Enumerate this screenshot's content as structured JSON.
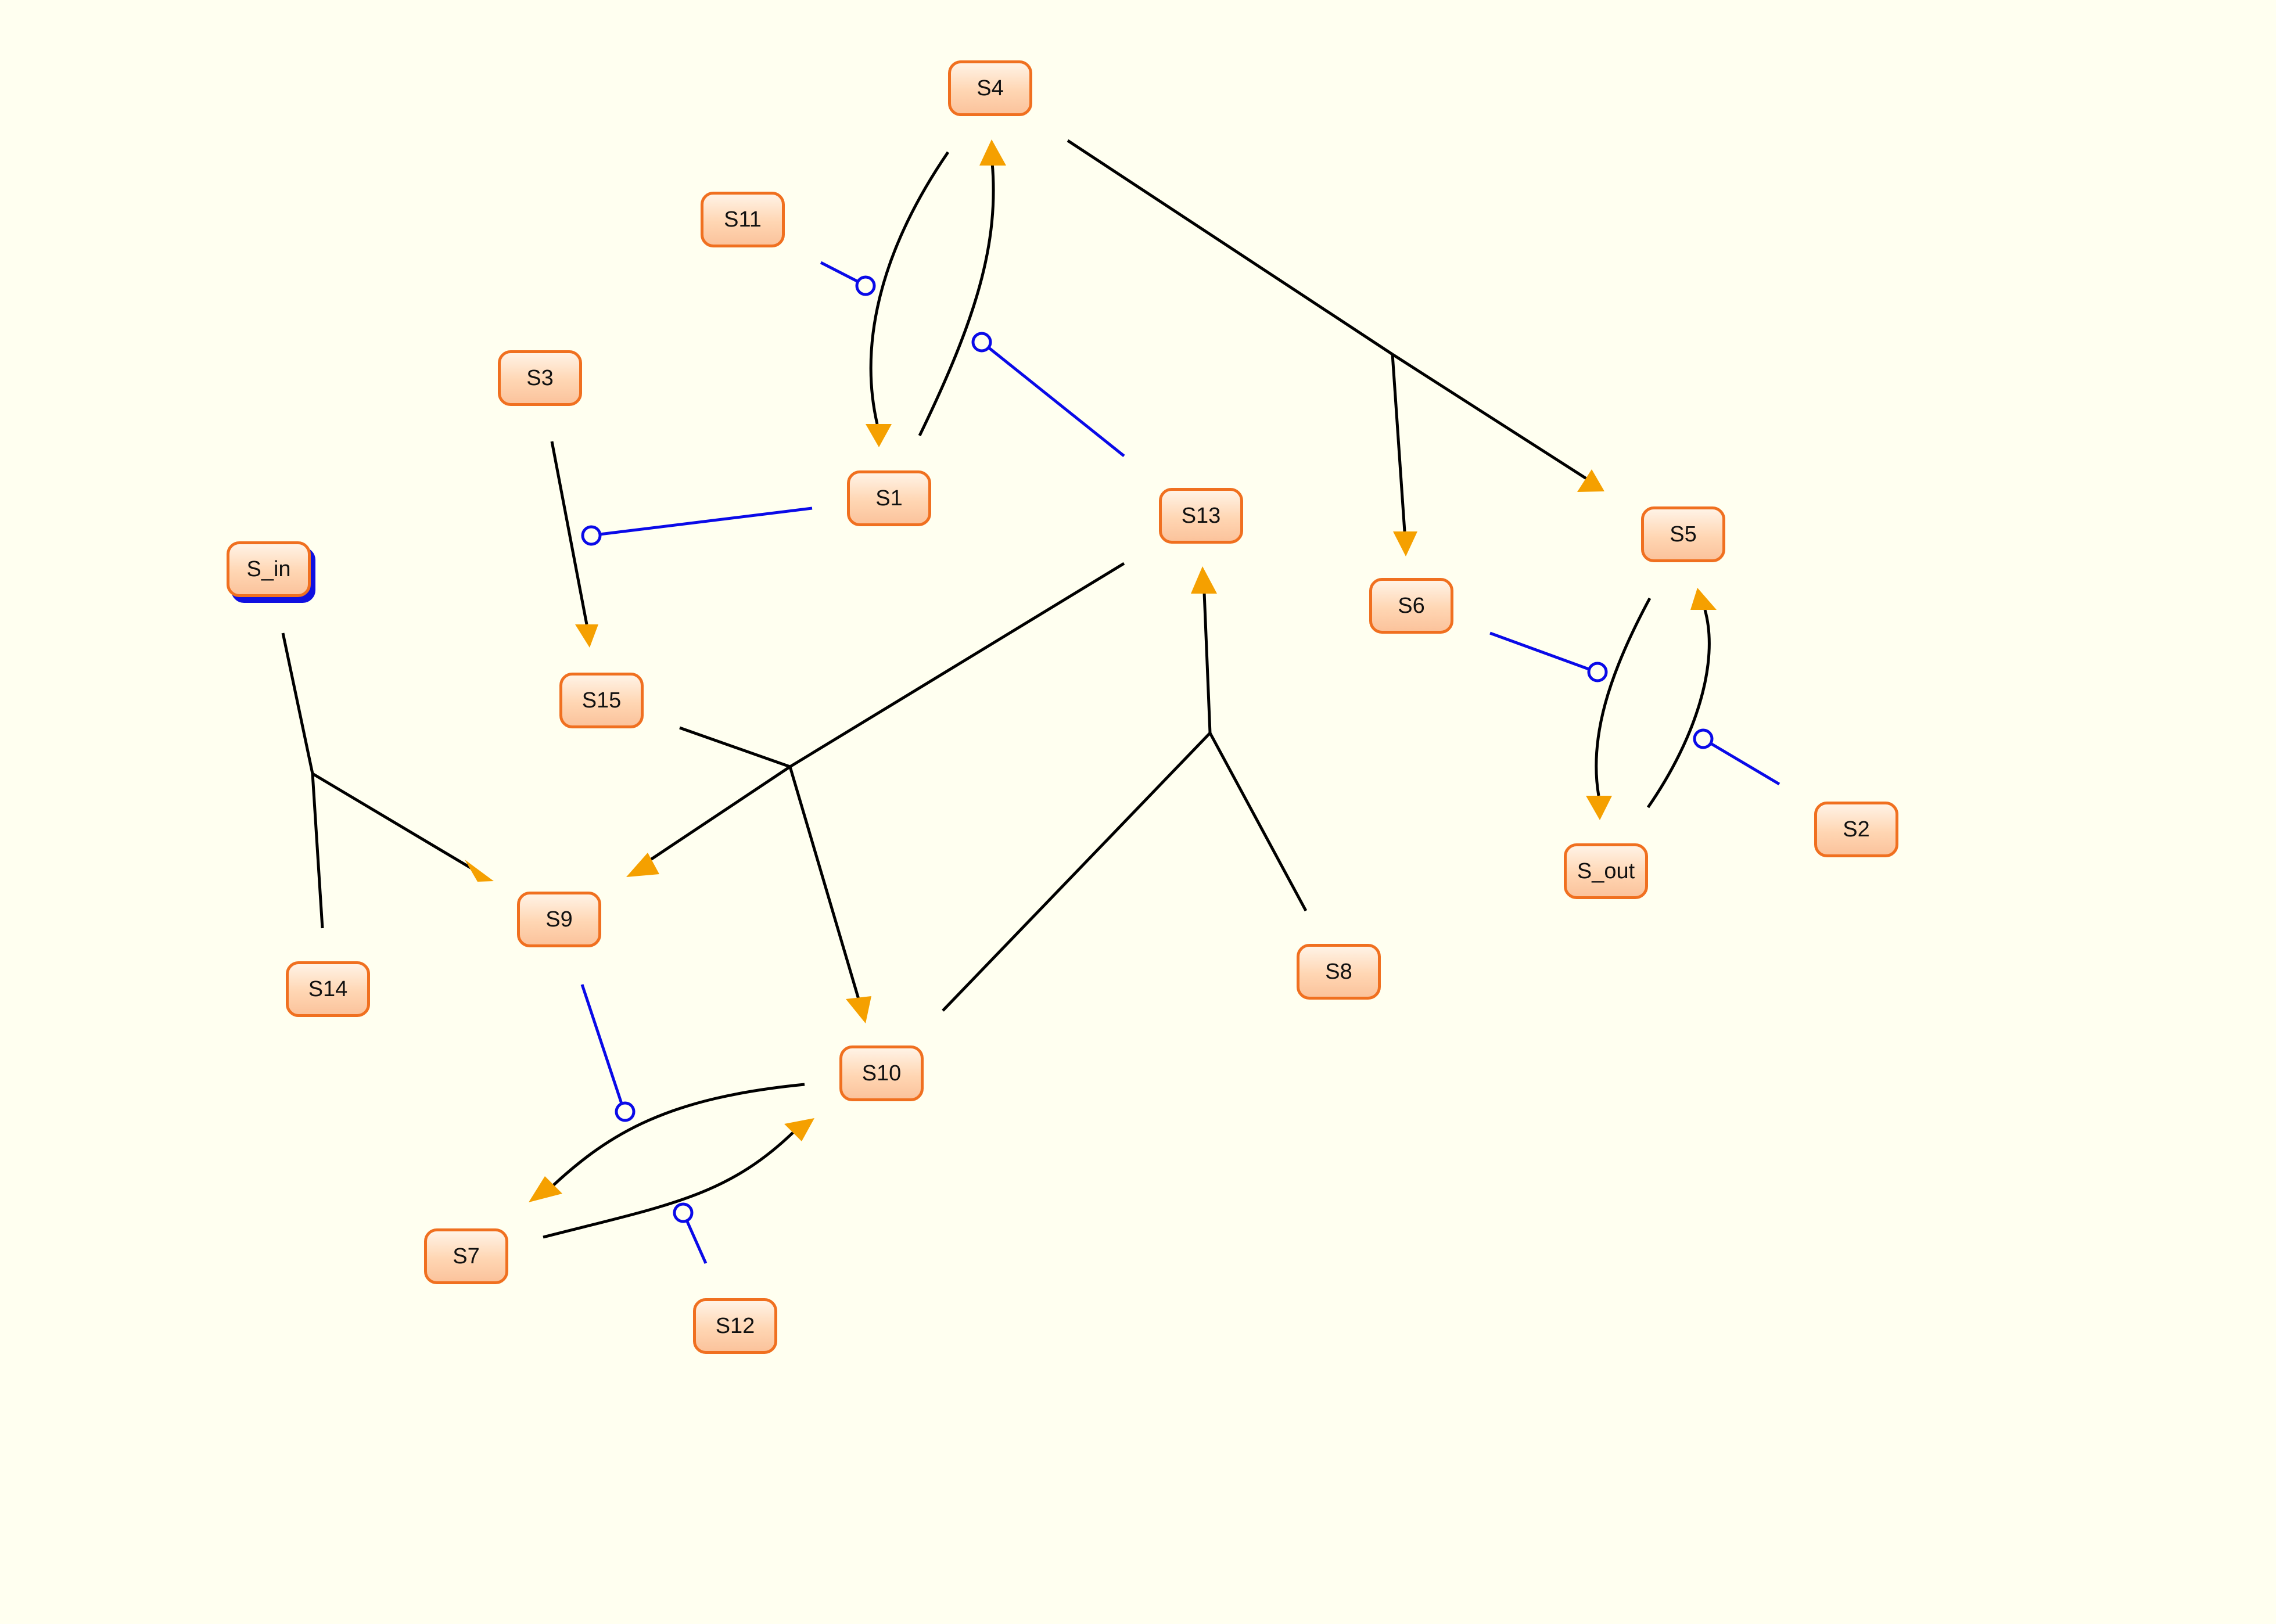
{
  "diagram": {
    "nodes": {
      "s4": "S4",
      "s11": "S11",
      "s3": "S3",
      "s1": "S1",
      "s13": "S13",
      "s5": "S5",
      "s6": "S6",
      "s_in": "S_in",
      "s15": "S15",
      "s9": "S9",
      "s14": "S14",
      "s10": "S10",
      "s8": "S8",
      "s2": "S2",
      "s_out": "S_out",
      "s7": "S7",
      "s12": "S12"
    },
    "colors": {
      "background": "#fffff0",
      "node_border": "#f07020",
      "node_fill": "#ffd6b3",
      "activation_edge": "#000000",
      "arrow_head": "#f5a000",
      "inhibition_edge": "#0a0ae8"
    },
    "edges": {
      "activation": [
        "S4 → S1",
        "S1 → S4",
        "S4 → S5, S6",
        "S3 → S15",
        "S13, S15 → S9, S10",
        "S_in, S14 → S9",
        "S10, S8 → S13",
        "S5 → S_out",
        "S_out → S5",
        "S10 → S7",
        "S7 → S10"
      ],
      "inhibition": [
        "S11 ⊣ S4 → S1",
        "S13 ⊣ S1 → S4",
        "S1 ⊣ S3 → S15",
        "S6 ⊣ S5 → S_out",
        "S2 ⊣ S_out → S5",
        "S9 ⊣ S10 → S7",
        "S12 ⊣ S7 → S10"
      ]
    }
  }
}
